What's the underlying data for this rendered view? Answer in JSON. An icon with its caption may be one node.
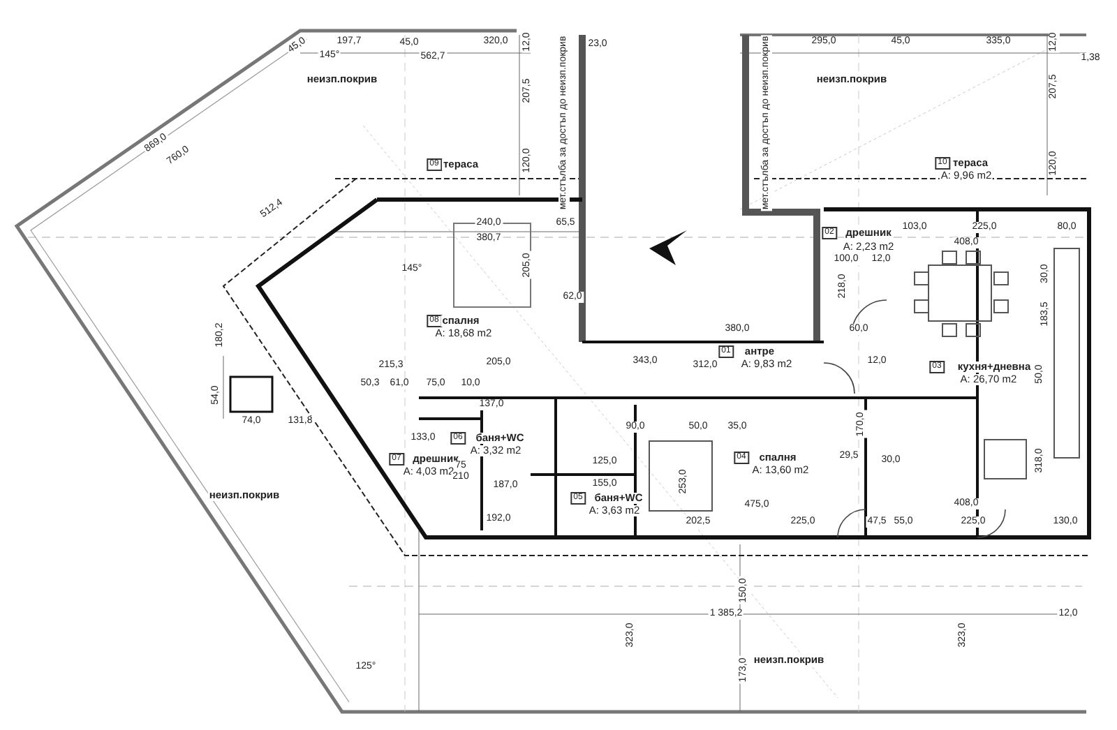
{
  "diagram": {
    "labels": [
      "197,7",
      "45,0",
      "320,0",
      "12,0",
      "23,0",
      "295,0",
      "45,0",
      "335,0",
      "12,0",
      "1,38",
      "45,0",
      "145°",
      "562,7",
      "неизп.покрив",
      "неизп.покрив",
      "207,5",
      "207,5",
      "мет.стълба за достъп до неизп.покрив",
      "мет.стълба за достъп до неизп.покрив",
      "869,0",
      "760,0",
      "09",
      "тераса",
      "10",
      "тераса",
      "A: 9,96 m2",
      "120,0",
      "120,0",
      "512,4",
      "240,0",
      "65,5",
      "380,7",
      "02",
      "дрешник",
      "A: 2,23 m2",
      "103,0",
      "225,0",
      "80,0",
      "408,0",
      "100,0",
      "12,0",
      "145°",
      "205,0",
      "218,0",
      "30,0",
      "62,0",
      "08",
      "спалня",
      "A: 18,68 m2",
      "183,5",
      "180,2",
      "380,0",
      "60,0",
      "01",
      "антре",
      "A: 9,83 m2",
      "03",
      "кухня+дневна",
      "A: 26,70 m2",
      "215,3",
      "205,0",
      "343,0",
      "312,0",
      "12,0",
      "50,0",
      "50,3",
      "61,0",
      "75,0",
      "10,0",
      "54,0",
      "137,0",
      "74,0",
      "131,8",
      "90,0",
      "50,0",
      "35,0",
      "170,0",
      "133,0",
      "06",
      "баня+WC",
      "A: 3,32 m2",
      "07",
      "дрешник",
      "A: 4,03 m2",
      "04",
      "спалня",
      "A: 13,60 m2",
      "29,5",
      "30,0",
      "318,0",
      "125,0",
      "75",
      "210",
      "187,0",
      "253,0",
      "155,0",
      "05",
      "баня+WC",
      "A: 3,63 m2",
      "неизп.покрив",
      "475,0",
      "408,0",
      "192,0",
      "202,5",
      "225,0",
      "47,5",
      "55,0",
      "225,0",
      "130,0",
      "150,0",
      "1 385,2",
      "12,0",
      "323,0",
      "323,0",
      "неизп.покрив",
      "173,0",
      "125°"
    ]
  }
}
